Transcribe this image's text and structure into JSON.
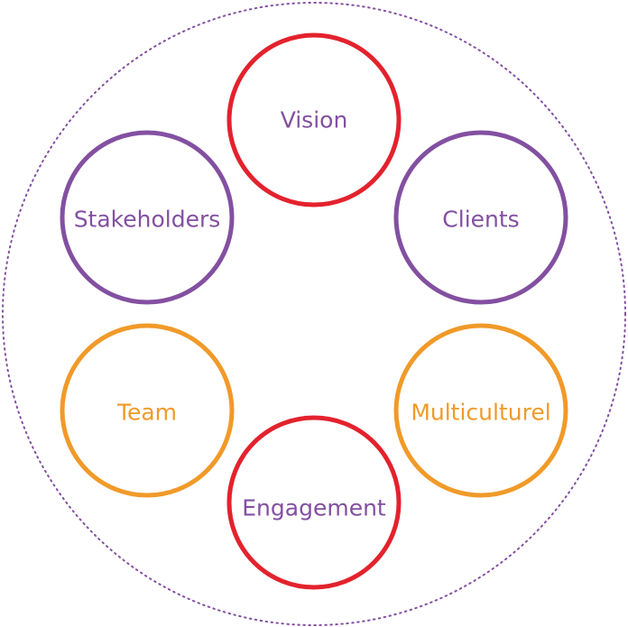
{
  "colors": {
    "red": "#e3222d",
    "purple": "#8350a1",
    "orange": "#f09a29",
    "dotted_ring": "#8350a1"
  },
  "nodes": [
    {
      "label": "Vision",
      "ring_color": "red",
      "text_color": "purple"
    },
    {
      "label": "Clients",
      "ring_color": "purple",
      "text_color": "purple"
    },
    {
      "label": "Multiculturel",
      "ring_color": "orange",
      "text_color": "orange"
    },
    {
      "label": "Engagement",
      "ring_color": "red",
      "text_color": "purple"
    },
    {
      "label": "Team",
      "ring_color": "orange",
      "text_color": "orange"
    },
    {
      "label": "Stakeholders",
      "ring_color": "purple",
      "text_color": "purple"
    }
  ]
}
